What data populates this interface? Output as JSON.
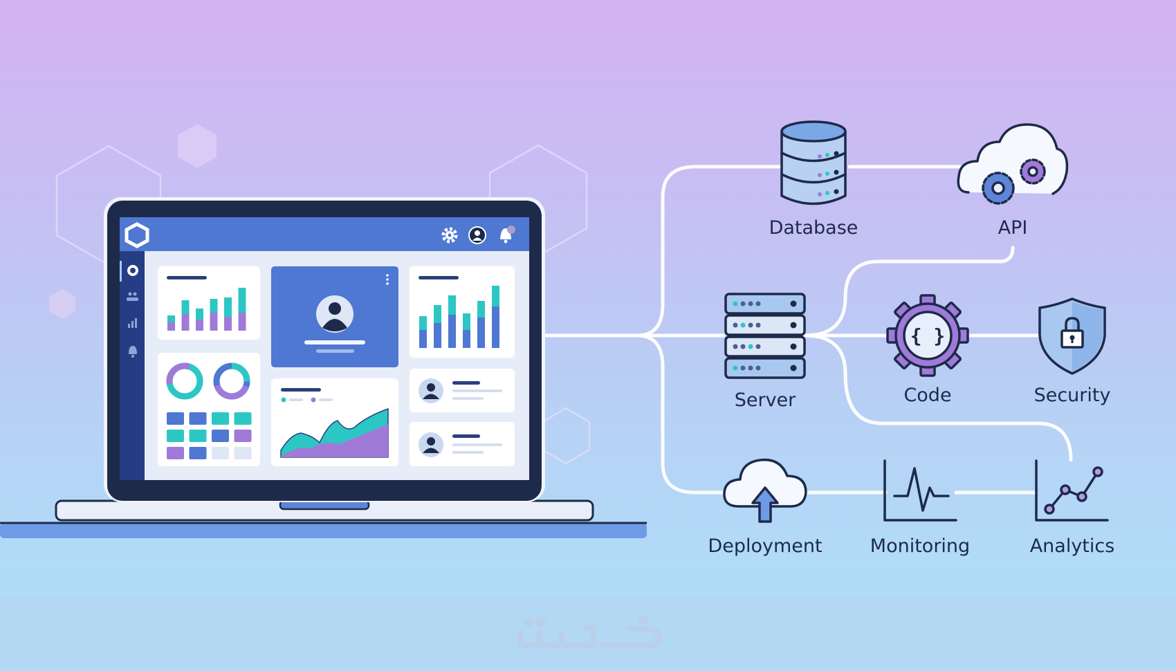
{
  "nodes": {
    "database": "Database",
    "api": "API",
    "server": "Server",
    "code": "Code",
    "security": "Security",
    "deployment": "Deployment",
    "monitoring": "Monitoring",
    "analytics": "Analytics"
  },
  "code_glyph": "{ }",
  "watermark": "خمسات",
  "colors": {
    "navy": "#1d2a4a",
    "blue": "#4e78d1",
    "teal": "#2cc7c4",
    "purple": "#a07ad8",
    "light_blue": "#a9c8f0",
    "bottom_band": "#b3d8f3"
  }
}
